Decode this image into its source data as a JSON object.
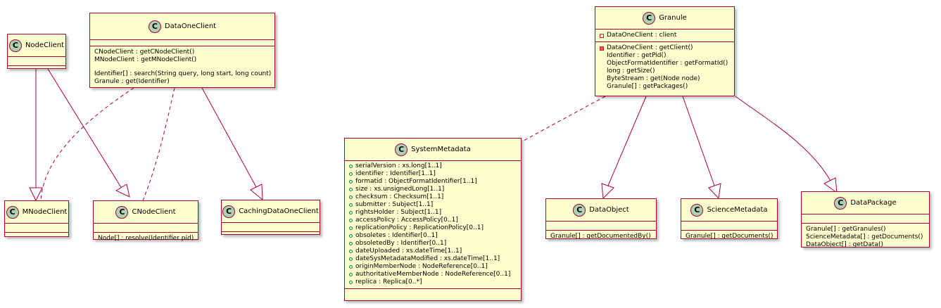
{
  "diagram": {
    "classes": {
      "node_client": {
        "badge": "C",
        "name": "NodeClient"
      },
      "data_one_client": {
        "badge": "C",
        "name": "DataOneClient",
        "methods": [
          "CNodeClient : getCNodeClient()",
          "MNodeClient : getMNodeClient()",
          "",
          "Identifier[] : search(String query, long start, long count)",
          "Granule : get(Identifier)"
        ]
      },
      "mnode_client": {
        "badge": "C",
        "name": "MNodeClient"
      },
      "cnode_client": {
        "badge": "C",
        "name": "CNodeClient",
        "methods": [
          "Node[] : resolve(Identifier pid)"
        ]
      },
      "caching_data_one_client": {
        "badge": "C",
        "name": "CachingDataOneClient"
      },
      "granule": {
        "badge": "C",
        "name": "Granule",
        "fields": [
          {
            "visibility": "private",
            "text": "DataOneClient : client"
          }
        ],
        "methods": [
          {
            "visibility": "private",
            "text": "DataOneClient : getClient()"
          },
          {
            "visibility": "none",
            "text": "Identifier : getPid()"
          },
          {
            "visibility": "none",
            "text": "ObjectFormatIdentifier : getFormatId()"
          },
          {
            "visibility": "none",
            "text": "long : getSize()"
          },
          {
            "visibility": "none",
            "text": "ByteStream : get(Node node)"
          },
          {
            "visibility": "none",
            "text": "Granule[] : getPackages()"
          }
        ]
      },
      "system_metadata": {
        "badge": "C",
        "name": "SystemMetadata",
        "fields": [
          "serialVersion : xs.long[1..1]",
          "identifier : Identifier[1..1]",
          "formatid : ObjectFormatIdentifier[1..1]",
          "size : xs.unsignedLong[1..1]",
          "checksum : Checksum[1..1]",
          "submitter : Subject[1..1]",
          "rightsHolder : Subject[1..1]",
          "accessPolicy : AccessPolicy[0..1]",
          "replicationPolicy : ReplicationPolicy[0..1]",
          "obsoletes : Identifier[0..1]",
          "obsoletedBy : Identifier[0..1]",
          "dateUploaded : xs.dateTime[1..1]",
          "dateSysMetadataModified : xs.dateTime[1..1]",
          "originMemberNode : NodeReference[0..1]",
          "authoritativeMemberNode : NodeReference[0..1]",
          "replica : Replica[0..*]"
        ]
      },
      "data_object": {
        "badge": "C",
        "name": "DataObject",
        "methods": [
          "Granule[] : getDocumentedBy()"
        ]
      },
      "science_metadata": {
        "badge": "C",
        "name": "ScienceMetadata",
        "methods": [
          "Granule[] : getDocuments()"
        ]
      },
      "data_package": {
        "badge": "C",
        "name": "DataPackage",
        "methods": [
          "Granule[] : getGranules()",
          "ScienceMetadata[] : getDocuments()",
          "DataObject[] : getData()"
        ]
      }
    },
    "relations": [
      {
        "from": "NodeClient",
        "to": "MNodeClient",
        "kind": "inheritance"
      },
      {
        "from": "NodeClient",
        "to": "CNodeClient",
        "kind": "inheritance"
      },
      {
        "from": "DataOneClient",
        "to": "MNodeClient",
        "kind": "dependency"
      },
      {
        "from": "DataOneClient",
        "to": "CNodeClient",
        "kind": "dependency"
      },
      {
        "from": "DataOneClient",
        "to": "CachingDataOneClient",
        "kind": "inheritance"
      },
      {
        "from": "Granule",
        "to": "SystemMetadata",
        "kind": "dependency"
      },
      {
        "from": "Granule",
        "to": "DataObject",
        "kind": "inheritance"
      },
      {
        "from": "Granule",
        "to": "ScienceMetadata",
        "kind": "inheritance"
      },
      {
        "from": "Granule",
        "to": "DataPackage",
        "kind": "inheritance"
      }
    ],
    "colors": {
      "fill": "#FEFECE",
      "border": "#A80036",
      "badge": "#ADD1B2",
      "edge": "#A80036"
    }
  }
}
